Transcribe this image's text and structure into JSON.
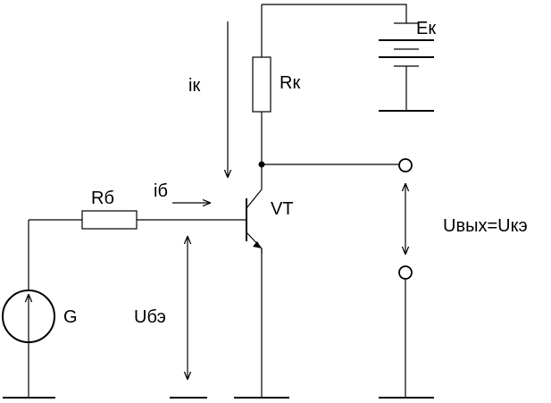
{
  "labels": {
    "battery": "Eк",
    "collector_resistor": "Rк",
    "collector_current": "iк",
    "base_current": "iб",
    "transistor": "VT",
    "base_resistor": "Rб",
    "generator": "G",
    "base_emitter_voltage": "Uбэ",
    "output_voltage": "Uвых=Uкэ"
  }
}
